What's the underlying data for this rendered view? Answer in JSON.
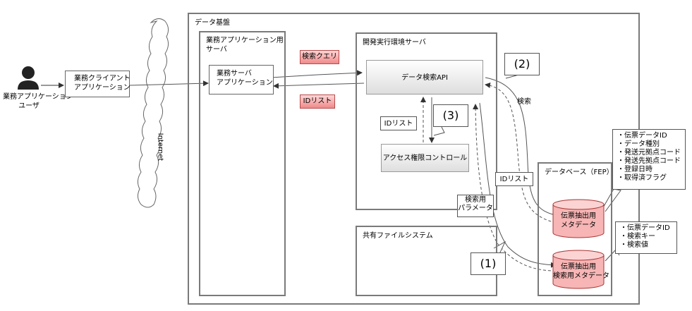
{
  "user": {
    "label_line1": "業務アプリケーション",
    "label_line2": "ユーザ"
  },
  "client_app": {
    "line1": "業務クライアント",
    "line2": "アプリケーション"
  },
  "internet": {
    "label": "Internet"
  },
  "platform": {
    "title": "データ基盤"
  },
  "app_server": {
    "title_line1": "業務アプリケーション用",
    "title_line2": "サーバ"
  },
  "biz_server_app": {
    "line1": "業務サーバ",
    "line2": "アプリケーション"
  },
  "dev_server": {
    "title": "開発実行環境サーバ"
  },
  "search_api": {
    "label": "データ検索API"
  },
  "access_control": {
    "label": "アクセス権限コントロール"
  },
  "shared_fs": {
    "title": "共有ファイルシステム"
  },
  "database": {
    "title": "データベース（FEP）"
  },
  "db_extract": {
    "line1": "伝票抽出用",
    "line2": "メタデータ"
  },
  "db_search": {
    "line1": "伝票抽出用",
    "line2": "検索用メタデータ"
  },
  "tags": {
    "search_query": "検索クエリ",
    "id_list_red": "IDリスト",
    "id_list_inner": "IDリスト",
    "id_list_db": "IDリスト",
    "search_params_line1": "検索用",
    "search_params_line2": "パラメータ",
    "search": "検索"
  },
  "callouts": {
    "c1": "(1)",
    "c2": "(2)",
    "c3": "(3)"
  },
  "extract_fields": [
    "・伝票データID",
    "・データ種別",
    "・発送元拠点コード",
    "・発送先拠点コード",
    "・登録日時",
    "・取得済フラグ"
  ],
  "search_fields": [
    "・伝票データID",
    "・検索キー",
    "・検索値"
  ]
}
